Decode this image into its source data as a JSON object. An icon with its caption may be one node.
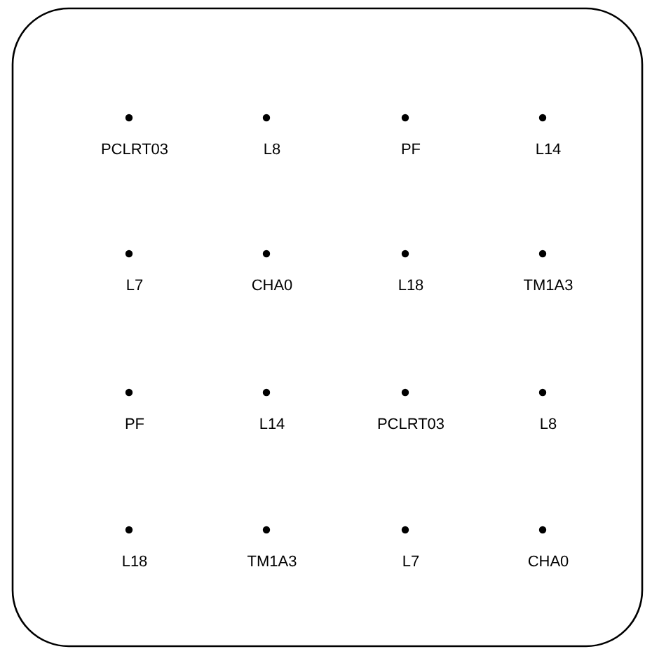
{
  "diagram": {
    "labels": [
      "PCLRT03",
      "L8",
      "PF",
      "L14",
      "L7",
      "CHA0",
      "L18",
      "TM1A3",
      "PF",
      "L14",
      "PCLRT03",
      "L8",
      "L18",
      "TM1A3",
      "L7",
      "CHA0"
    ]
  }
}
